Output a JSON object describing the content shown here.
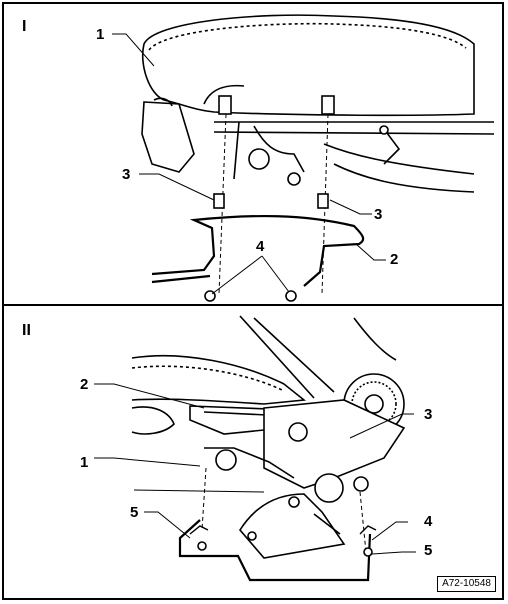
{
  "panels": [
    {
      "label": "I",
      "callouts": [
        "1",
        "2",
        "3",
        "3",
        "4"
      ]
    },
    {
      "label": "II",
      "callouts": [
        "1",
        "2",
        "3",
        "4",
        "5",
        "5"
      ]
    }
  ],
  "reference": "A72-10548",
  "colors": {
    "line": "#000000",
    "fill": "#ffffff",
    "shade": "#e8e8e8"
  }
}
